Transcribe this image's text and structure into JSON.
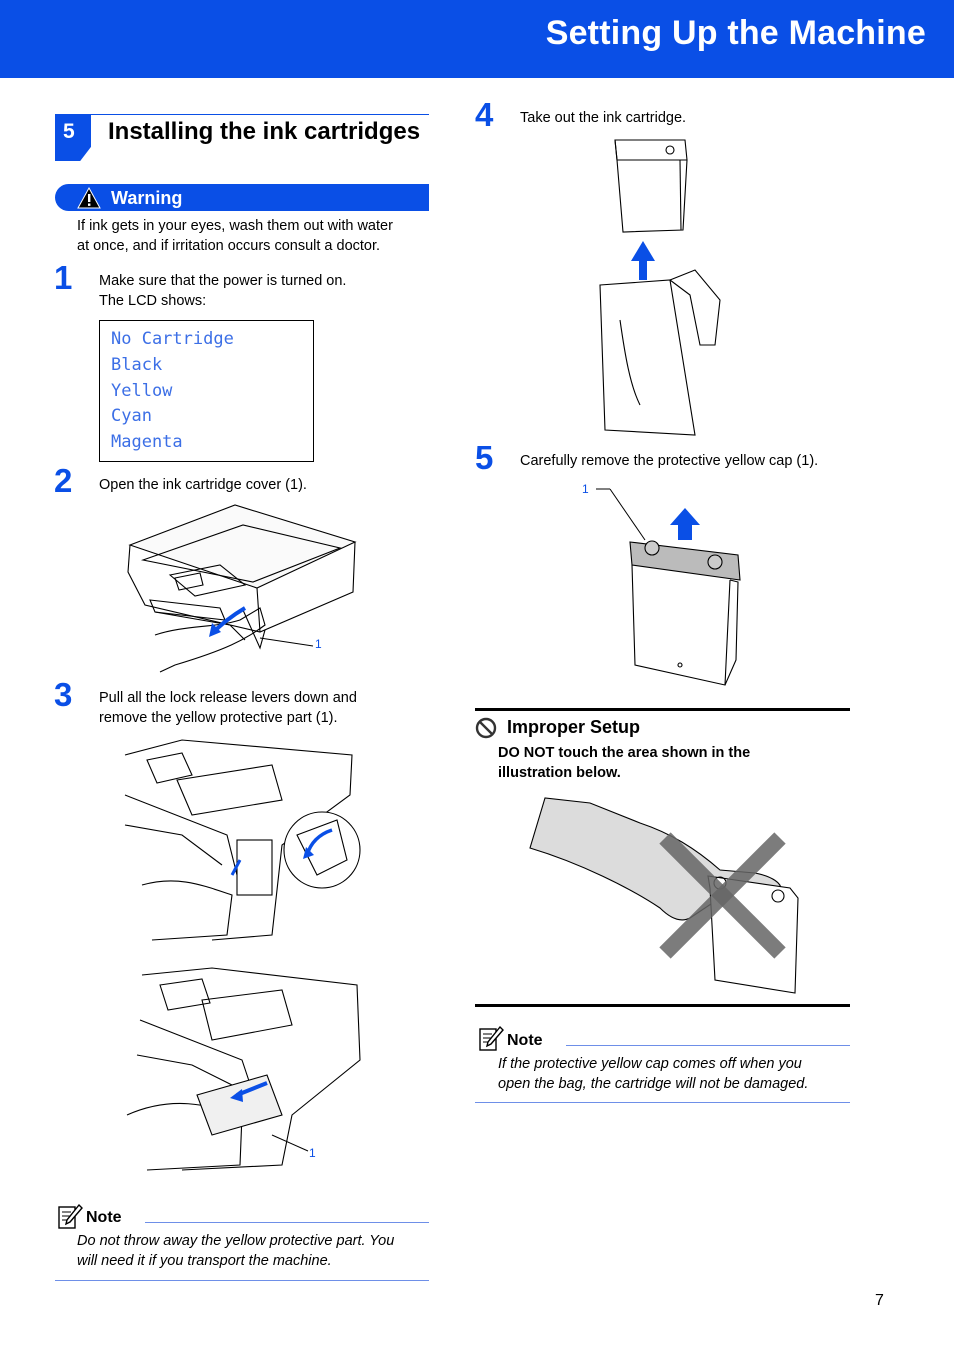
{
  "header": {
    "title": "Setting Up the Machine"
  },
  "section": {
    "number": "5",
    "title": "Installing the ink cartridges"
  },
  "warning": {
    "label": "Warning",
    "line1": "If ink gets in your eyes, wash them out with water",
    "line2": "at once, and if irritation occurs consult a doctor."
  },
  "steps": [
    {
      "number": "1",
      "lines": [
        "Make sure that the power is turned on.",
        "The LCD shows:"
      ]
    },
    {
      "number": "2",
      "lines": [
        "Open the ink cartridge cover (1)."
      ]
    },
    {
      "number": "3",
      "lines": [
        "Pull all the lock release levers down and",
        "remove the yellow protective part (1)."
      ]
    },
    {
      "number": "4",
      "lines": [
        "Take out the ink cartridge."
      ]
    },
    {
      "number": "5",
      "lines": [
        "Carefully remove the protective yellow cap (1)."
      ]
    }
  ],
  "lcd": {
    "lines": [
      "No Cartridge",
      "Black",
      "Yellow",
      "Cyan",
      "Magenta"
    ]
  },
  "callouts": {
    "step2": "1",
    "step3": "1",
    "step5": "1"
  },
  "note_left": {
    "label": "Note",
    "line1": "Do not throw away the yellow protective part. You",
    "line2": "will need it if you transport the machine."
  },
  "improper": {
    "title": "Improper Setup",
    "line1": "DO NOT touch the area shown in the",
    "line2": "illustration below."
  },
  "note_right": {
    "label": "Note",
    "line1": "If the protective yellow cap comes off when you",
    "line2": "open the bag, the cartridge will not be damaged."
  },
  "page": {
    "number": "7"
  },
  "colors": {
    "brand_blue": "#0a4fe6",
    "lcd_text": "#3c6fe6"
  }
}
